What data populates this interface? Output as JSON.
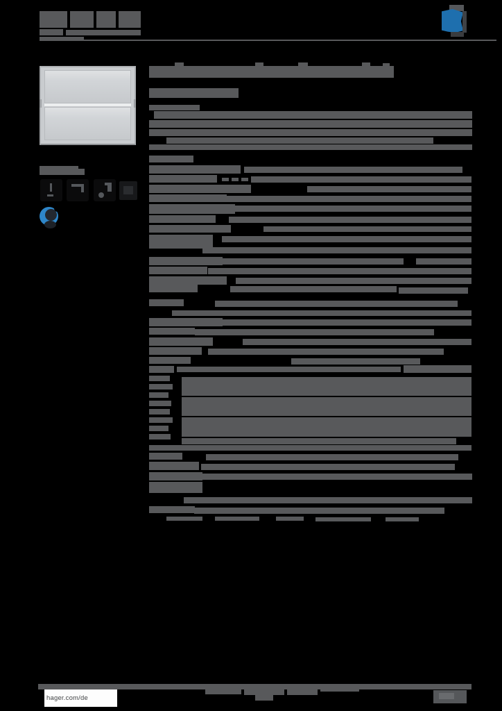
{
  "colors": {
    "background": "#000000",
    "bar": "#58595b",
    "blue_logo": "#1e6fae",
    "blue_icon": "#2e86c9",
    "product_fill": "#c9cccf",
    "product_panel": "#d6d9db",
    "footer_band": "#56575a"
  },
  "footer": {
    "website": "hager.com/de"
  },
  "icons": {
    "brand": "brand-logo-icon",
    "eco": "blue-round-badge-icon",
    "features": [
      "feature-icon-1",
      "feature-icon-2",
      "feature-icon-3",
      "feature-icon-4"
    ]
  },
  "bars": {
    "header-logo": [
      [
        57,
        16,
        40,
        24
      ],
      [
        101,
        16,
        34,
        24
      ],
      [
        139,
        16,
        28,
        24
      ],
      [
        171,
        16,
        32,
        24
      ],
      [
        57,
        42,
        34,
        9
      ],
      [
        95,
        43,
        108,
        8
      ],
      [
        57,
        53,
        64,
        4
      ]
    ],
    "header-rule": [
      [
        57,
        57,
        659,
        2
      ]
    ],
    "product-caption": [
      [
        57,
        239,
        56,
        13
      ],
      [
        113,
        243,
        9,
        9
      ]
    ],
    "title": [
      [
        252,
        90,
        13,
        6
      ],
      [
        368,
        90,
        12,
        6
      ],
      [
        430,
        90,
        14,
        6
      ],
      [
        522,
        90,
        12,
        6
      ],
      [
        552,
        91,
        10,
        5
      ],
      [
        215,
        95,
        353,
        17
      ]
    ],
    "subtitle": [
      [
        215,
        127,
        129,
        14
      ]
    ],
    "intro": [
      [
        215,
        151,
        73,
        8
      ],
      [
        222,
        160,
        459,
        11
      ],
      [
        215,
        173,
        466,
        11
      ],
      [
        215,
        186,
        466,
        10
      ],
      [
        240,
        198,
        385,
        9
      ],
      [
        215,
        208,
        466,
        8
      ]
    ],
    "spec-section-a": [
      [
        215,
        224,
        64,
        10
      ],
      [
        215,
        238,
        132,
        12
      ],
      [
        352,
        240,
        315,
        9
      ],
      [
        215,
        252,
        98,
        11
      ],
      [
        320,
        256,
        10,
        5
      ],
      [
        334,
        256,
        10,
        5
      ],
      [
        348,
        256,
        10,
        5
      ],
      [
        362,
        254,
        318,
        9
      ],
      [
        215,
        266,
        147,
        12
      ],
      [
        443,
        268,
        237,
        9
      ],
      [
        215,
        280,
        112,
        11
      ],
      [
        272,
        282,
        408,
        9
      ],
      [
        215,
        294,
        124,
        14
      ],
      [
        300,
        296,
        380,
        9
      ],
      [
        215,
        310,
        96,
        11
      ],
      [
        330,
        312,
        350,
        9
      ],
      [
        215,
        324,
        118,
        11
      ],
      [
        380,
        326,
        300,
        8
      ]
    ],
    "spec-section-b": [
      [
        215,
        338,
        92,
        20
      ],
      [
        320,
        340,
        360,
        9
      ],
      [
        292,
        356,
        388,
        9
      ],
      [
        215,
        370,
        106,
        12
      ],
      [
        272,
        372,
        310,
        9
      ],
      [
        600,
        372,
        80,
        9
      ],
      [
        215,
        384,
        84,
        11
      ],
      [
        300,
        386,
        380,
        9
      ],
      [
        215,
        398,
        112,
        12
      ],
      [
        340,
        400,
        340,
        9
      ],
      [
        215,
        410,
        70,
        11
      ],
      [
        332,
        412,
        240,
        9
      ],
      [
        575,
        414,
        100,
        9
      ]
    ],
    "spec-section-c": [
      [
        215,
        431,
        50,
        10
      ],
      [
        310,
        433,
        350,
        9
      ],
      [
        248,
        447,
        432,
        8
      ],
      [
        215,
        458,
        106,
        12
      ],
      [
        318,
        460,
        362,
        9
      ],
      [
        215,
        472,
        66,
        10
      ],
      [
        281,
        474,
        345,
        9
      ],
      [
        215,
        486,
        92,
        12
      ],
      [
        350,
        488,
        330,
        9
      ],
      [
        215,
        500,
        76,
        11
      ],
      [
        300,
        502,
        340,
        9
      ],
      [
        215,
        514,
        60,
        10
      ],
      [
        420,
        516,
        186,
        9
      ]
    ],
    "spec-section-d": [
      [
        215,
        527,
        36,
        10
      ],
      [
        255,
        528,
        323,
        8
      ],
      [
        582,
        526,
        98,
        11
      ],
      [
        215,
        541,
        30,
        8
      ],
      [
        215,
        553,
        34,
        8
      ],
      [
        215,
        565,
        28,
        8
      ],
      [
        215,
        577,
        32,
        8
      ],
      [
        215,
        589,
        30,
        8
      ],
      [
        215,
        601,
        34,
        8
      ],
      [
        215,
        613,
        28,
        8
      ],
      [
        215,
        625,
        31,
        8
      ],
      [
        262,
        543,
        418,
        27
      ],
      [
        262,
        572,
        418,
        27
      ],
      [
        262,
        601,
        418,
        28
      ],
      [
        262,
        631,
        396,
        9
      ]
    ],
    "spec-section-e": [
      [
        215,
        641,
        465,
        8
      ],
      [
        215,
        652,
        48,
        10
      ],
      [
        297,
        654,
        364,
        9
      ],
      [
        215,
        665,
        72,
        12
      ],
      [
        290,
        668,
        366,
        9
      ],
      [
        215,
        680,
        77,
        12
      ],
      [
        288,
        682,
        393,
        9
      ],
      [
        215,
        694,
        77,
        16
      ],
      [
        265,
        716,
        416,
        9
      ],
      [
        215,
        729,
        66,
        10
      ],
      [
        280,
        731,
        361,
        9
      ],
      [
        240,
        744,
        52,
        6
      ],
      [
        310,
        744,
        64,
        6
      ],
      [
        398,
        744,
        40,
        6
      ],
      [
        455,
        745,
        80,
        6
      ],
      [
        556,
        745,
        48,
        6
      ]
    ],
    "footer-band": [
      [
        55,
        985,
        625,
        8
      ]
    ],
    "footer-center-text": [
      [
        296,
        991,
        52,
        9
      ],
      [
        352,
        989,
        58,
        12
      ],
      [
        414,
        992,
        44,
        9
      ],
      [
        462,
        988,
        56,
        8
      ],
      [
        368,
        1001,
        26,
        8
      ]
    ]
  }
}
